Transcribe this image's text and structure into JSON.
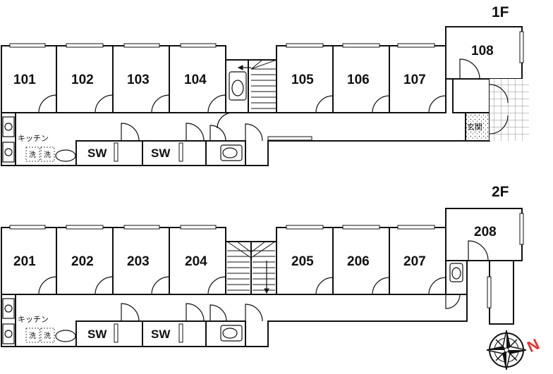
{
  "floor1": {
    "label": "1F",
    "rooms": [
      "101",
      "102",
      "103",
      "104",
      "105",
      "106",
      "107",
      "108"
    ],
    "kitchen": "キッチン",
    "wash1": "洗",
    "wash2": "洗",
    "shower1": "SW",
    "shower2": "SW",
    "entrance": "玄関"
  },
  "floor2": {
    "label": "2F",
    "rooms": [
      "201",
      "202",
      "203",
      "204",
      "205",
      "206",
      "207",
      "208"
    ],
    "kitchen": "キッチン",
    "wash1": "洗",
    "wash2": "洗",
    "shower1": "SW",
    "shower2": "SW"
  },
  "compass_letter": "N",
  "colors": {
    "wall": "#111111",
    "tile": "#555555",
    "compass_accent": "#e8322a"
  }
}
